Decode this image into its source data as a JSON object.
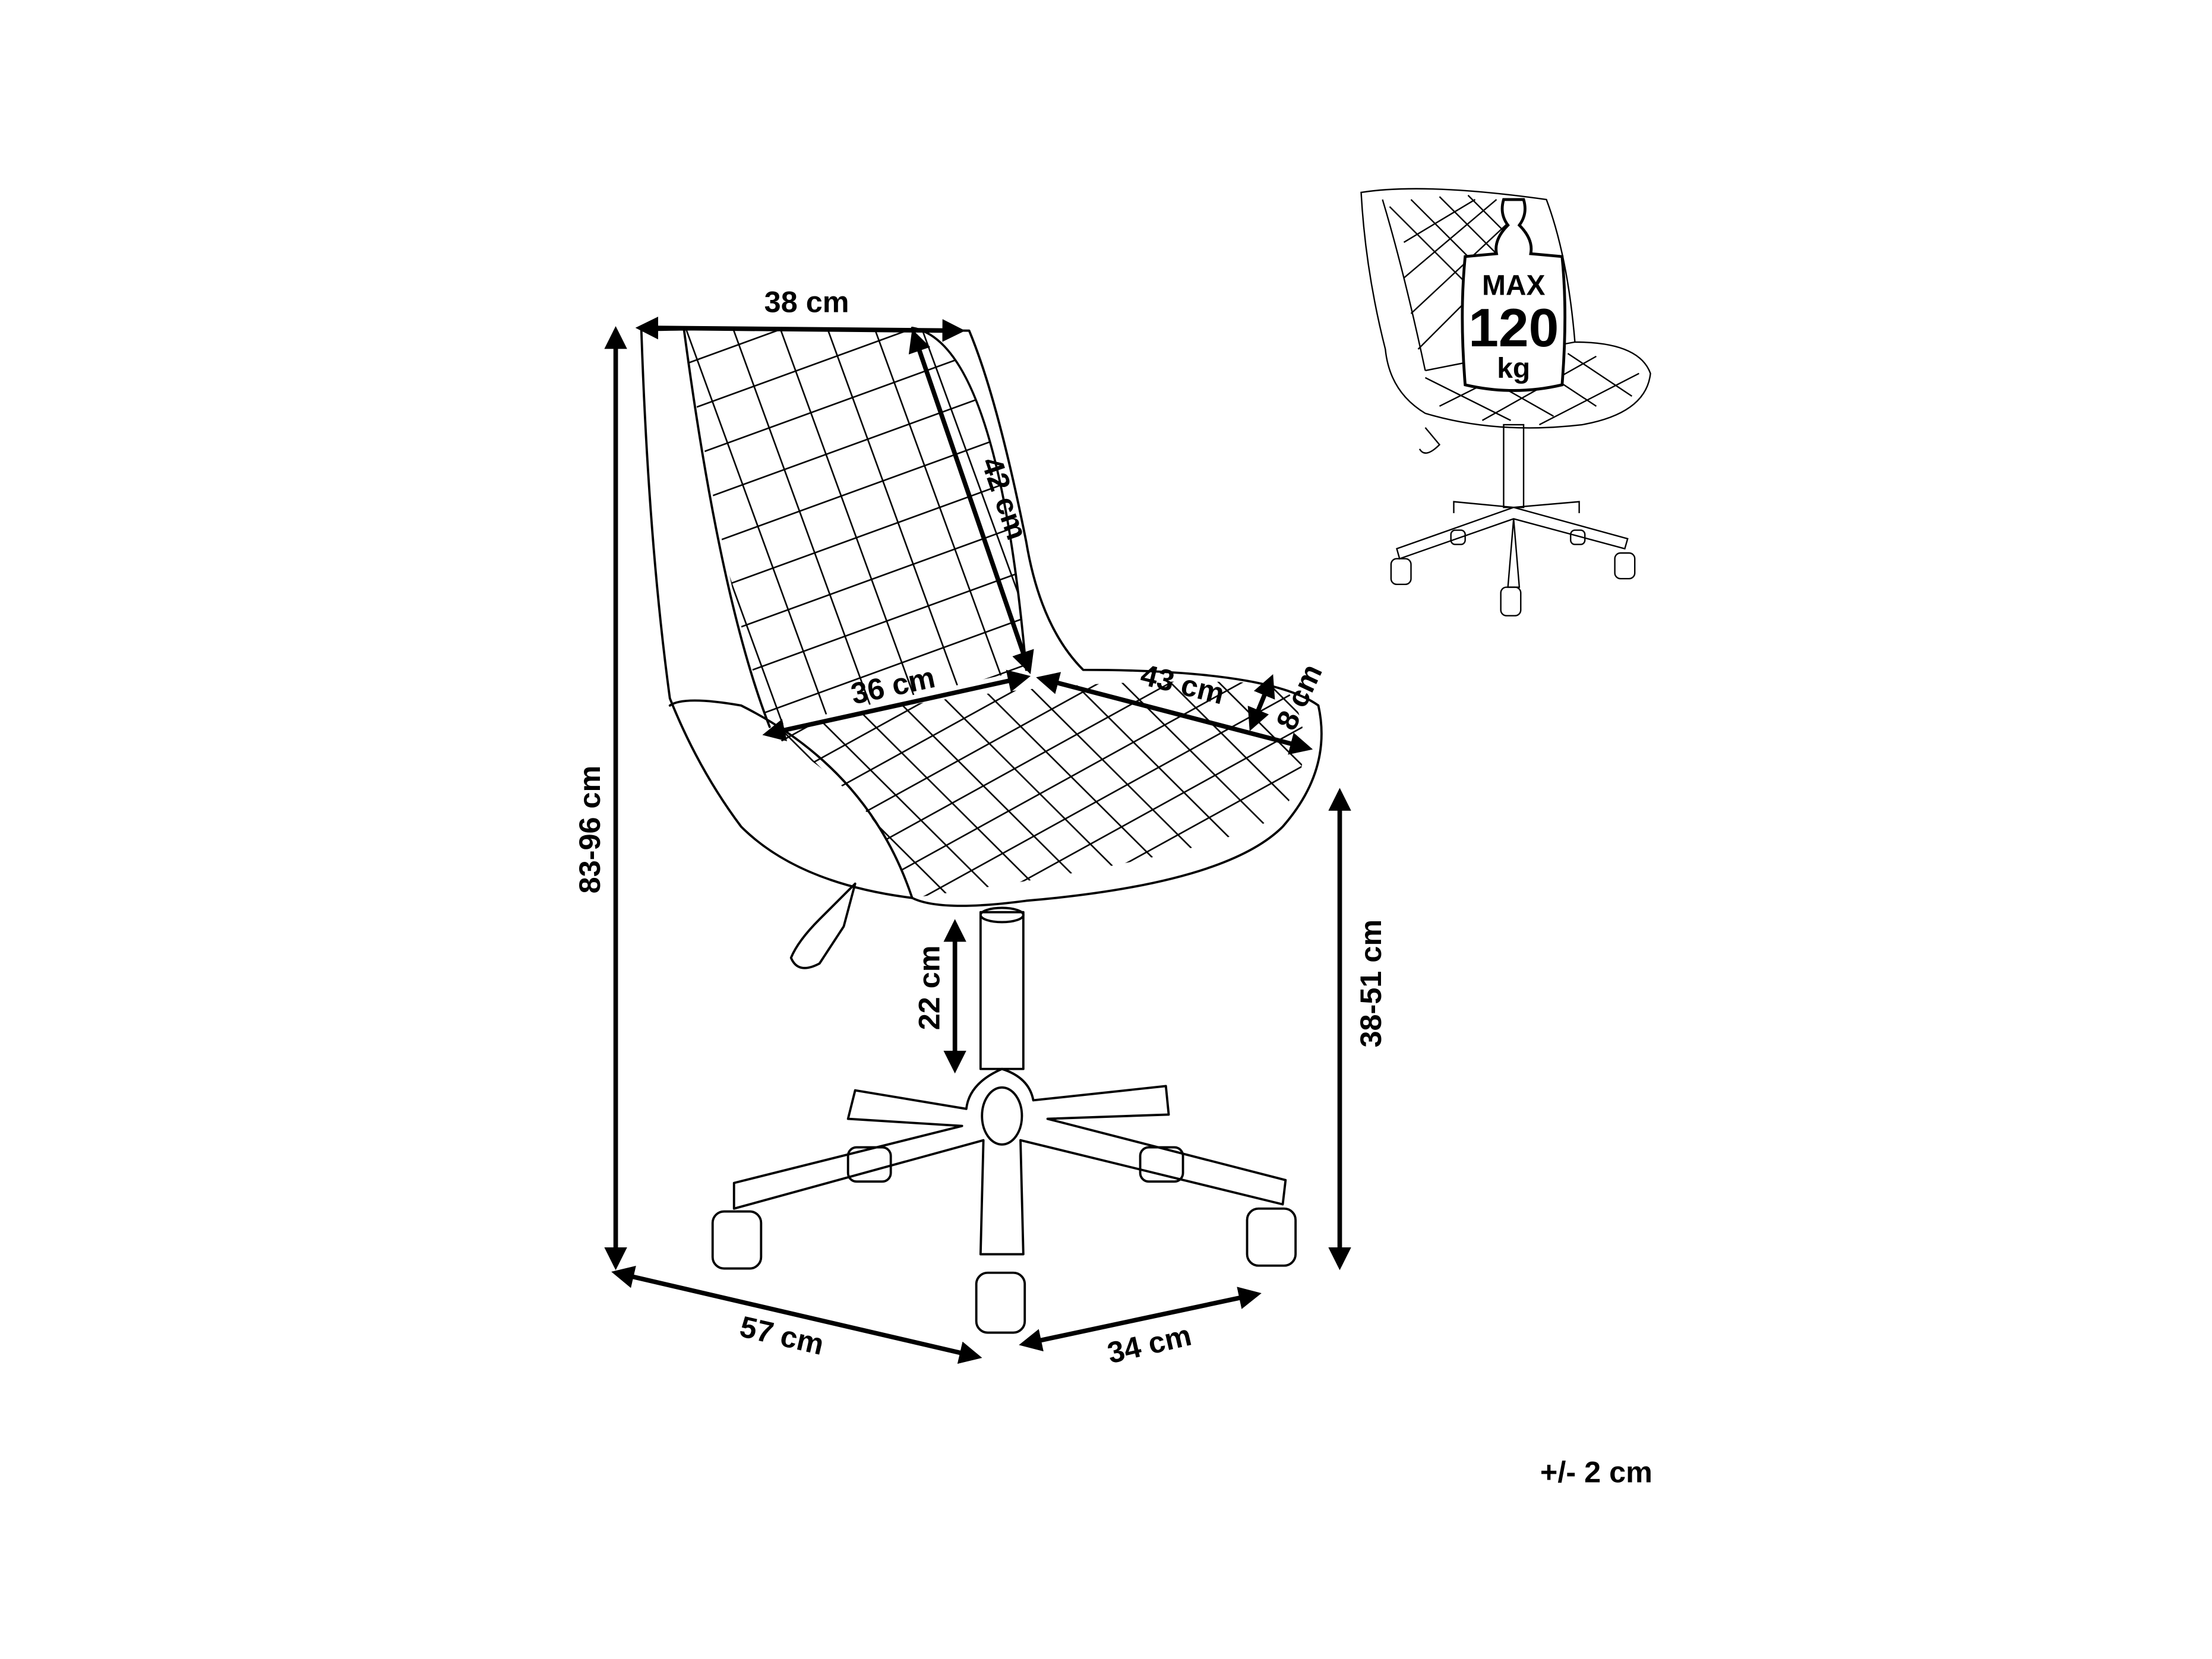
{
  "diagram": {
    "title": "Office chair dimensions",
    "labels": {
      "back_width": "38 cm",
      "back_height": "42 cm",
      "seat_width": "36 cm",
      "seat_depth": "43 cm",
      "seat_thickness": "8 cm",
      "total_height": "83-96 cm",
      "column_height": "22 cm",
      "seat_height": "38-51 cm",
      "base_depth": "57 cm",
      "base_half": "34 cm",
      "tolerance": "+/- 2 cm"
    },
    "max_load": {
      "max": "MAX",
      "value": "120",
      "unit": "kg"
    },
    "colors": {
      "line": "#000000",
      "background": "#ffffff"
    }
  }
}
